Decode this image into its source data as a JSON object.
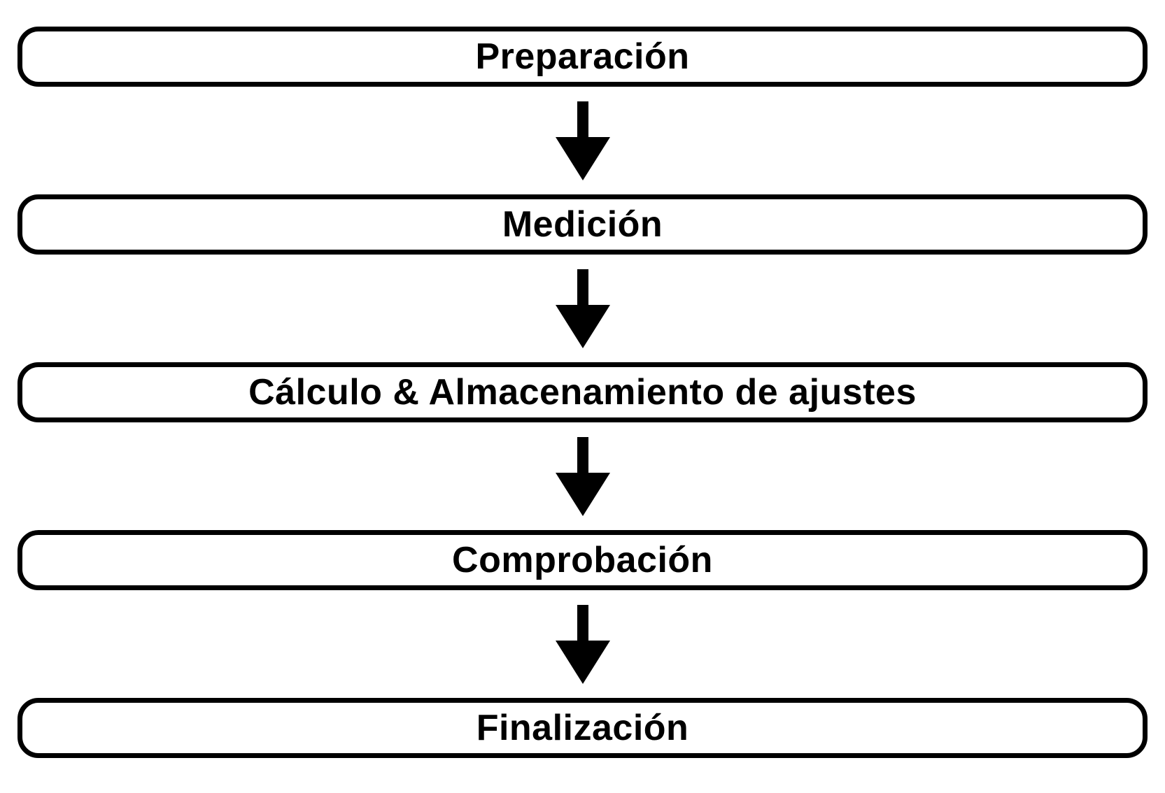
{
  "diagram": {
    "type": "flowchart",
    "direction": "top-to-bottom",
    "colors": {
      "background": "#ffffff",
      "box_fill": "#ffffff",
      "box_border": "#000000",
      "text": "#000000",
      "arrow": "#000000"
    },
    "steps": [
      {
        "label": "Preparación"
      },
      {
        "label": "Medición"
      },
      {
        "label": "Cálculo & Almacenamiento de ajustes"
      },
      {
        "label": "Comprobación"
      },
      {
        "label": "Finalización"
      }
    ],
    "connector": "down-arrow"
  }
}
